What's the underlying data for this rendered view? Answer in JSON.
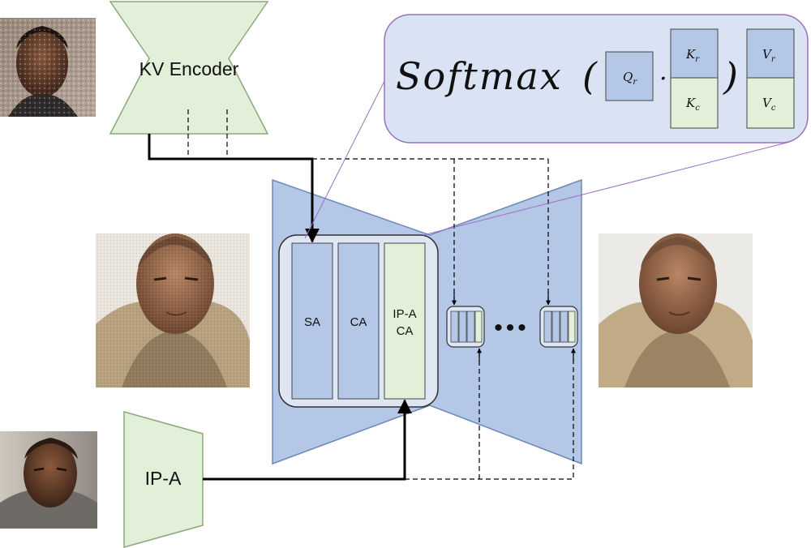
{
  "encoders": {
    "kv_encoder": {
      "label": "KV Encoder"
    },
    "ip_adapter": {
      "label": "IP-A"
    }
  },
  "unet_blocks": {
    "self_attention": "SA",
    "cross_attention": "CA",
    "ip_adapter_ca_line1": "IP-A",
    "ip_adapter_ca_line2": "CA"
  },
  "formula": {
    "fn": "Softmax",
    "open_paren": "(",
    "close_paren": ")",
    "dot": "·",
    "q_base": "Q",
    "q_sub": "r",
    "kr_base": "K",
    "kr_sub": "r",
    "kc_base": "K",
    "kc_sub": "c",
    "vr_base": "V",
    "vr_sub": "r",
    "vc_base": "V",
    "vc_sub": "c"
  },
  "ellipsis": "•••",
  "images": {
    "top_left": "noisy-portrait-photo",
    "middle_left": "noisy-illustrated-portrait",
    "bottom_left": "reference-portrait-photo",
    "right": "generated-illustrated-portrait"
  },
  "colors": {
    "blue_fill": "#b4c7e7",
    "blue_stroke": "#6b88b8",
    "green_fill": "#e2f0d9",
    "green_stroke": "#8aa87a",
    "formula_bg": "#dae3f3",
    "callout_stroke": "#9b6fc4"
  }
}
